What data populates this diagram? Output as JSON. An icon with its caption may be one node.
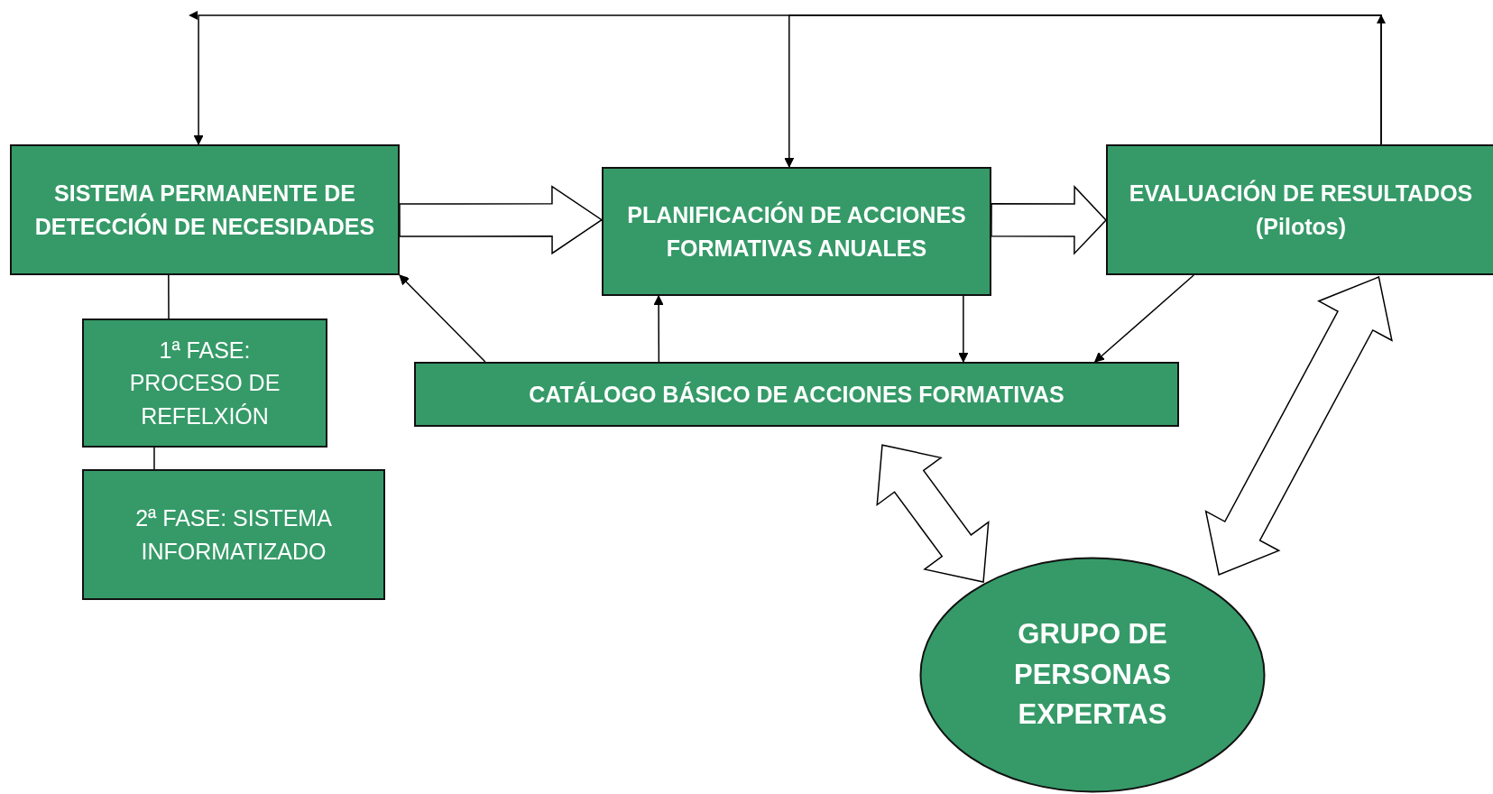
{
  "diagram": {
    "nodes": [
      {
        "text": [
          "SISTEMA PERMANENTE DE DETECCIÓN DE NECESIDADES"
        ]
      },
      {
        "text": [
          "1ª FASE: PROCESO DE REFELXIÓN"
        ]
      },
      {
        "text": [
          "2ª FASE: SISTEMA INFORMATIZADO"
        ]
      },
      {
        "text": [
          "PLANIFICACIÓN DE ACCIONES FORMATIVAS ANUALES"
        ]
      },
      {
        "text": [
          "EVALUACIÓN DE RESULTADOS",
          "(Pilotos)"
        ]
      },
      {
        "text": [
          "CATÁLOGO BÁSICO DE ACCIONES FORMATIVAS"
        ]
      },
      {
        "text": [
          "GRUPO DE PERSONAS EXPERTAS"
        ]
      }
    ],
    "edges": [
      {
        "from": 4,
        "to": 0,
        "arrow": "to"
      },
      {
        "from": 4,
        "to": 3,
        "arrow": "to"
      },
      {
        "from": 0,
        "to": 1,
        "arrow": "none"
      },
      {
        "from": 1,
        "to": 2,
        "arrow": "none"
      },
      {
        "from": 0,
        "to": 3,
        "arrow": "to",
        "style": "thick"
      },
      {
        "from": 3,
        "to": 4,
        "arrow": "to",
        "style": "thick"
      },
      {
        "from": 5,
        "to": 0,
        "arrow": "to"
      },
      {
        "from": 5,
        "to": 3,
        "arrow": "to"
      },
      {
        "from": 3,
        "to": 5,
        "arrow": "to"
      },
      {
        "from": 4,
        "to": 5,
        "arrow": "to"
      },
      {
        "from": 5,
        "to": 6,
        "arrow": "both",
        "style": "thick"
      },
      {
        "from": 4,
        "to": 6,
        "arrow": "both",
        "style": "thick"
      }
    ]
  }
}
